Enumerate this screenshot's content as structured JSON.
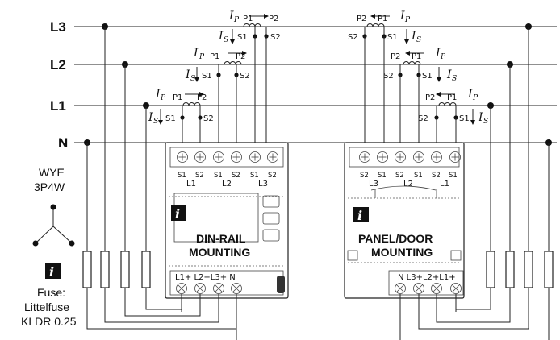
{
  "phases": {
    "l3": "L3",
    "l2": "L2",
    "l1": "L1",
    "n": "N"
  },
  "ct": {
    "ip": "I",
    "is": "I",
    "sub_p": "P",
    "sub_s": "S",
    "p1": "P1",
    "p2": "P2",
    "s1": "S1",
    "s2": "S2"
  },
  "left_meter": {
    "top_labels": [
      "S1",
      "S2",
      "S1",
      "S2",
      "S1",
      "S2"
    ],
    "phase_labels": [
      "L1",
      "L2",
      "L3"
    ],
    "bottom_label": "L1+ L2+L3+  N",
    "title_line1": "DIN-RAIL",
    "title_line2": "MOUNTING"
  },
  "right_meter": {
    "top_labels": [
      "S2",
      "S1",
      "S2",
      "S1",
      "S2",
      "S1"
    ],
    "phase_labels": [
      "L3",
      "L2",
      "L1"
    ],
    "bottom_label": "N  L3+L2+L1+",
    "title_line1": "PANEL/DOOR",
    "title_line2": "MOUNTING"
  },
  "info_icon": "i",
  "wiring": {
    "type_line1": "WYE",
    "type_line2": "3P4W"
  },
  "fuse": {
    "line1": "Fuse:",
    "line2": "Littelfuse",
    "line3": "KLDR 0.25"
  }
}
